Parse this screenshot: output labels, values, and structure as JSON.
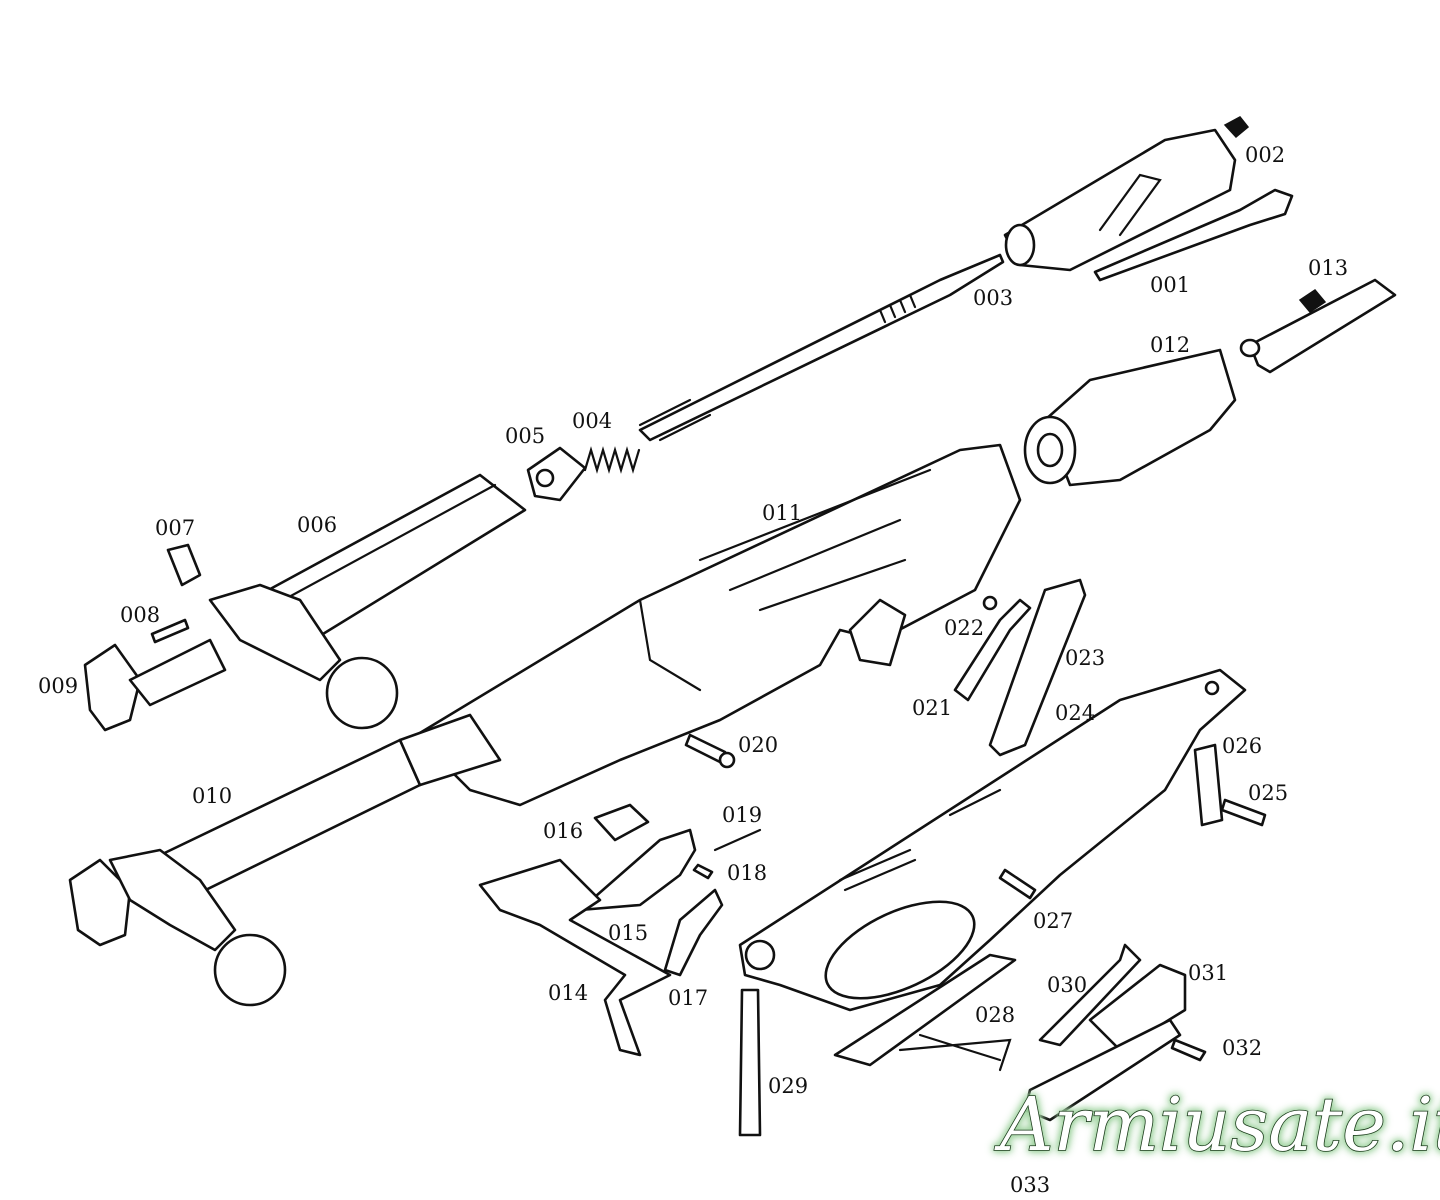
{
  "diagram": {
    "type": "exploded-parts-diagram",
    "parts": {
      "p001": "001",
      "p002": "002",
      "p003": "003",
      "p004": "004",
      "p005": "005",
      "p006": "006",
      "p007": "007",
      "p008": "008",
      "p009": "009",
      "p010": "010",
      "p011": "011",
      "p012": "012",
      "p013": "013",
      "p014": "014",
      "p015": "015",
      "p016": "016",
      "p017": "017",
      "p018": "018",
      "p019": "019",
      "p020": "020",
      "p021": "021",
      "p022": "022",
      "p023": "023",
      "p024": "024",
      "p025": "025",
      "p026": "026",
      "p027": "027",
      "p028": "028",
      "p029": "029",
      "p030": "030",
      "p031": "031",
      "p032": "032",
      "p033": "033"
    },
    "watermark": "Armiusate.it"
  }
}
